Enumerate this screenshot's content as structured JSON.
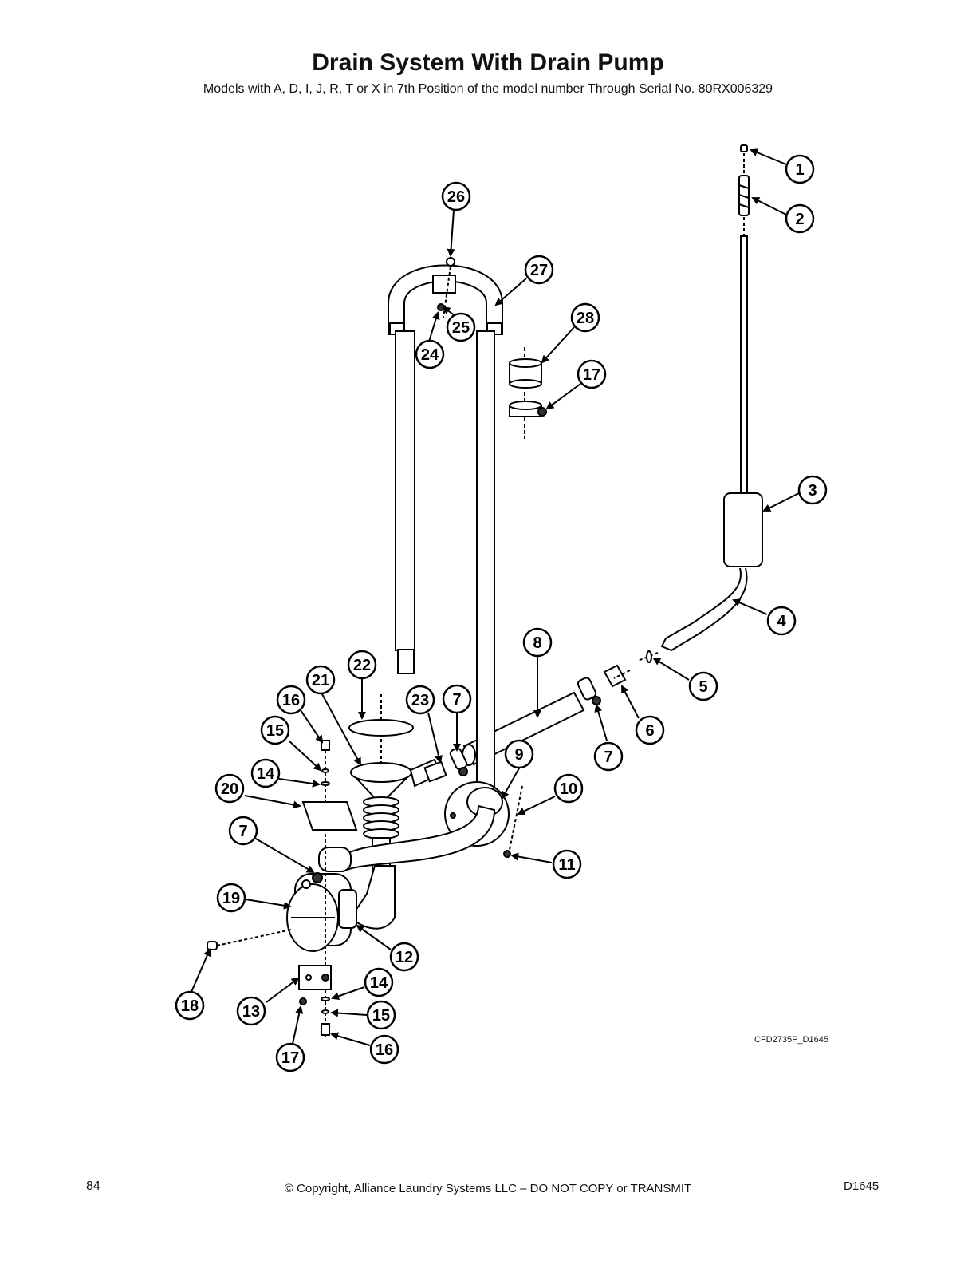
{
  "header": {
    "title": "Drain System With Drain Pump",
    "subtitle": "Models with A, D, I, J, R, T or X in 7th Position of the model number Through Serial No. 80RX006329"
  },
  "callouts": [
    "1",
    "2",
    "3",
    "4",
    "5",
    "6",
    "7",
    "8",
    "9",
    "10",
    "11",
    "12",
    "13",
    "14",
    "15",
    "16",
    "17",
    "18",
    "19",
    "20",
    "21",
    "22",
    "23",
    "24",
    "25",
    "26",
    "27",
    "28",
    "7",
    "7",
    "14",
    "15",
    "16",
    "17"
  ],
  "drawing_id": "CFD2735P_D1645",
  "footer": {
    "page_number": "84",
    "copyright": "© Copyright, Alliance Laundry Systems LLC – DO NOT COPY or TRANSMIT",
    "doc_code": "D1645"
  }
}
